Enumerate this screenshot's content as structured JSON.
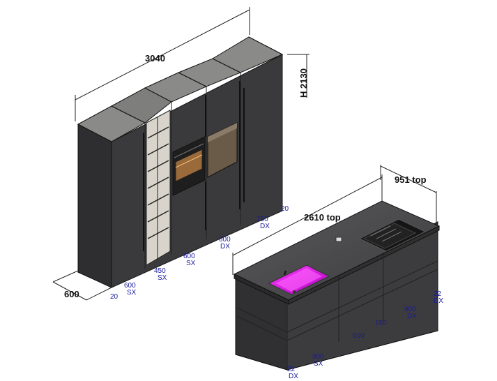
{
  "tall_units": {
    "overall_width": "3040",
    "height": "H 2130",
    "depth": "600",
    "left_panel": "20",
    "right_panel": "20",
    "modules": [
      {
        "width": "600",
        "side": "SX"
      },
      {
        "width": "450",
        "side": "SX"
      },
      {
        "width": "600",
        "side": "SX"
      },
      {
        "width": "600",
        "side": "DX"
      },
      {
        "width": "750",
        "side": "DX"
      }
    ]
  },
  "island": {
    "top_length": "2610 top",
    "top_depth": "951 top",
    "left_panel": "22",
    "left_panel_side": "DX",
    "right_panel": "22",
    "right_panel_side": "DX",
    "front_modules": [
      {
        "width": "900",
        "side": "SX"
      },
      {
        "width": "600",
        "side": ""
      },
      {
        "width": "150",
        "side": ""
      },
      {
        "width": "900",
        "side": "DX"
      }
    ]
  },
  "colors": {
    "cabinet_front": "#3a3a3c",
    "cabinet_side": "#2a2a2c",
    "cabinet_top": "#8a8a88",
    "sink_glow": "#e020e0",
    "dim_text_blue": "#1a1aa0"
  }
}
